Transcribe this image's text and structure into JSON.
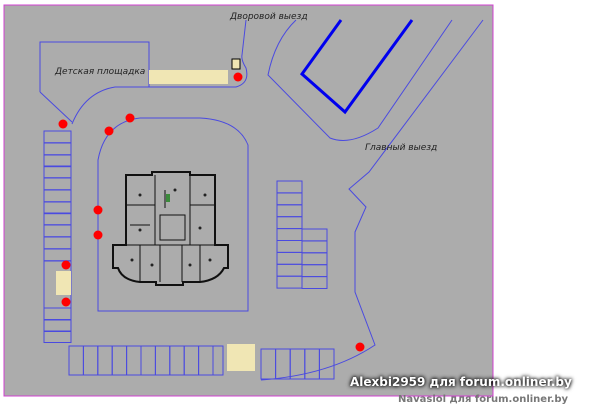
{
  "labels": {
    "yard_exit": "Дворовой выезд",
    "playground": "Детская площадка",
    "main_exit": "Главный выезд"
  },
  "watermarks": {
    "primary": "Alexbi2959 для forum.onliner.by",
    "secondary": "Navasiol для forum.onliner.by"
  },
  "colors": {
    "background": "#acacac",
    "outline": "#4a4ae0",
    "route": "#0000ee",
    "marker": "#ff0000",
    "pad": "#f0e6b4",
    "border": "#d040d0"
  }
}
